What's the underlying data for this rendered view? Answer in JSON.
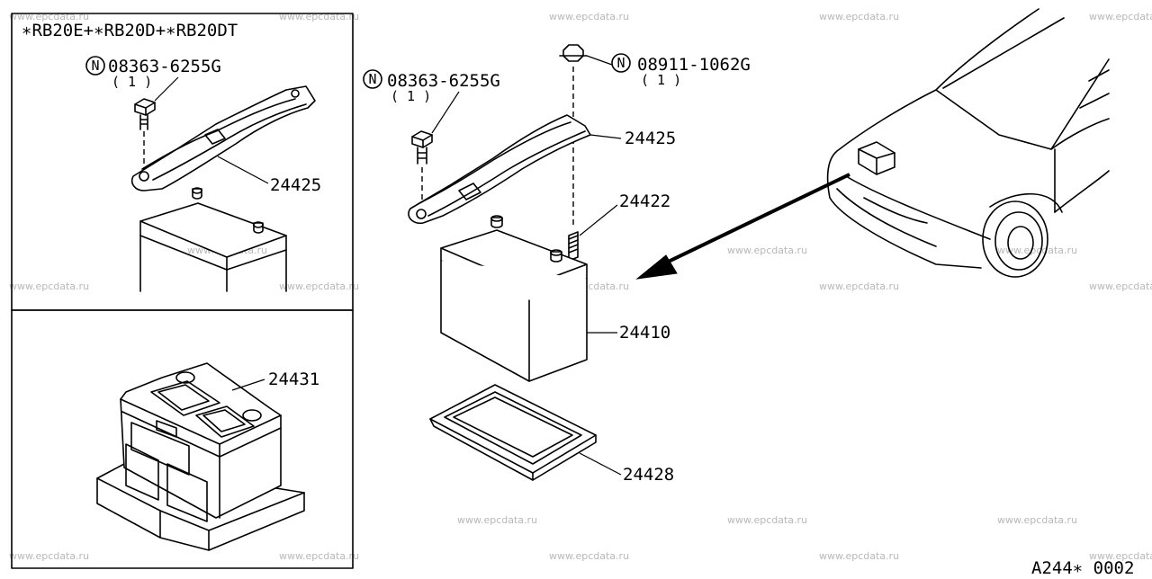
{
  "watermark": "www.epcdata.ru",
  "inset_variants": "∗RB20E+∗RB20D+∗RB20DT",
  "diagram_code": "A244∗ 0002",
  "circled_marker": "N",
  "parts": {
    "bolt_left": {
      "number": "08363-6255G",
      "qty": "( 1 )"
    },
    "bolt_main": {
      "number": "08363-6255G",
      "qty": "( 1 )"
    },
    "nut": {
      "number": "08911-1062G",
      "qty": "( 1 )"
    },
    "frame_inset": "24425",
    "frame_main": "24425",
    "rod": "24422",
    "battery": "24410",
    "tray": "24428",
    "cover": "24431"
  }
}
